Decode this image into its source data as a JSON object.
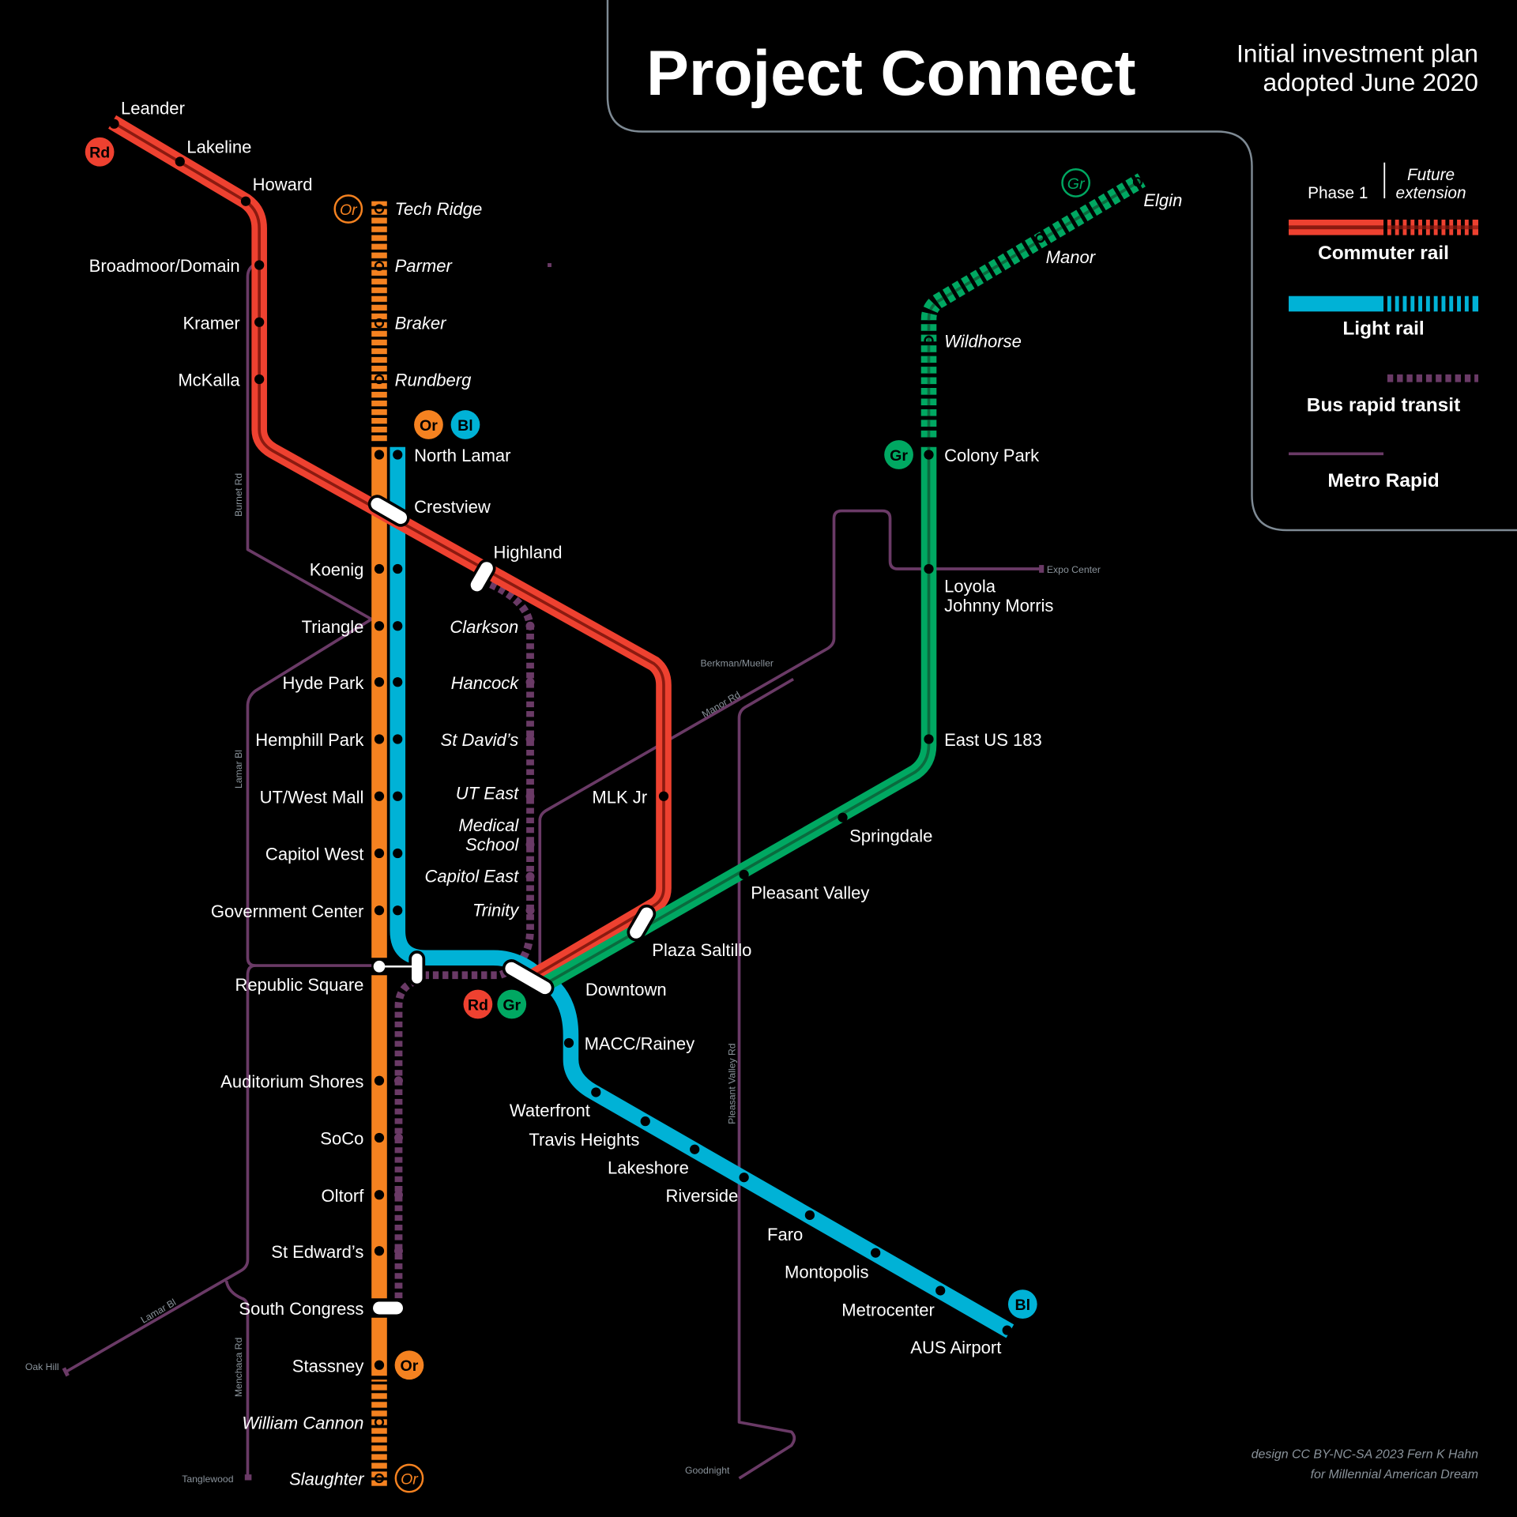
{
  "header": {
    "title": "Project Connect",
    "subtitle_line1": "Initial investment plan",
    "subtitle_line2": "adopted June 2020"
  },
  "colors": {
    "background": "#000000",
    "commuter_rail": "#EE4130",
    "commuter_rail_center": "#8B1A10",
    "light_rail": "#00B2D6",
    "orange_line": "#F58220",
    "green_line": "#00A862",
    "green_line_center": "#0A6B3E",
    "brt": "#6A3A66",
    "metro_rapid": "#6A3A66",
    "frame": "#7E8A94",
    "road_label": "#8A939B"
  },
  "legend": {
    "phase1": "Phase 1",
    "future_line1": "Future",
    "future_line2": "extension",
    "commuter_rail": "Commuter rail",
    "light_rail": "Light rail",
    "bus_rapid_transit": "Bus rapid transit",
    "metro_rapid": "Metro Rapid"
  },
  "badges": {
    "red": "Rd",
    "orange": "Or",
    "blue": "Bl",
    "green": "Gr"
  },
  "lines": {
    "red": {
      "name": "Red Line (Commuter rail)",
      "stations": [
        "Leander",
        "Lakeline",
        "Howard",
        "Broadmoor/Domain",
        "Kramer",
        "McKalla",
        "Crestview",
        "Highland",
        "MLK Jr",
        "Plaza Saltillo",
        "Downtown"
      ]
    },
    "orange": {
      "name": "Orange Line (Light rail)",
      "future_north": [
        "Tech Ridge",
        "Parmer",
        "Braker",
        "Rundberg"
      ],
      "stations": [
        "North Lamar",
        "Crestview",
        "Koenig",
        "Triangle",
        "Hyde Park",
        "Hemphill Park",
        "UT/West Mall",
        "Capitol West",
        "Government Center",
        "Republic Square",
        "Auditorium Shores",
        "SoCo",
        "Oltorf",
        "St Edward's",
        "South Congress",
        "Stassney"
      ],
      "future_south": [
        "William Cannon",
        "Slaughter"
      ]
    },
    "blue": {
      "name": "Blue Line (Light rail)",
      "stations": [
        "North Lamar",
        "Crestview",
        "Koenig",
        "Triangle",
        "Hyde Park",
        "Hemphill Park",
        "UT/West Mall",
        "Capitol West",
        "Government Center",
        "Republic Square",
        "Downtown",
        "MACC/Rainey",
        "Waterfront",
        "Travis Heights",
        "Lakeshore",
        "Riverside",
        "Faro",
        "Montopolis",
        "Metrocenter",
        "AUS Airport"
      ]
    },
    "green": {
      "name": "Green Line (Commuter rail)",
      "stations": [
        "Downtown",
        "Plaza Saltillo",
        "Pleasant Valley",
        "Springdale",
        "East US 183",
        "Loyola Johnny Morris",
        "Colony Park"
      ],
      "future": [
        "Wildhorse",
        "Manor",
        "Elgin"
      ]
    },
    "brt": {
      "name": "Bus rapid transit",
      "stations": [
        "Highland",
        "Clarkson",
        "Hancock",
        "St David's",
        "UT East",
        "Medical School",
        "Capitol East",
        "Trinity",
        "Downtown",
        "Republic Square",
        "South Congress"
      ]
    }
  },
  "labels": {
    "leander": "Leander",
    "lakeline": "Lakeline",
    "howard": "Howard",
    "broadmoor": "Broadmoor/Domain",
    "kramer": "Kramer",
    "mckalla": "McKalla",
    "tech_ridge": "Tech Ridge",
    "parmer": "Parmer",
    "braker": "Braker",
    "rundberg": "Rundberg",
    "north_lamar": "North Lamar",
    "crestview": "Crestview",
    "highland": "Highland",
    "koenig": "Koenig",
    "triangle": "Triangle",
    "hyde_park": "Hyde Park",
    "hemphill_park": "Hemphill Park",
    "ut_west_mall": "UT/West Mall",
    "capitol_west": "Capitol West",
    "government_center": "Government Center",
    "republic_square": "Republic Square",
    "auditorium_shores": "Auditorium Shores",
    "soco": "SoCo",
    "oltorf": "Oltorf",
    "st_edwards": "St Edward’s",
    "south_congress": "South Congress",
    "stassney": "Stassney",
    "william_cannon": "William Cannon",
    "slaughter": "Slaughter",
    "clarkson": "Clarkson",
    "hancock": "Hancock",
    "st_davids": "St David’s",
    "ut_east": "UT East",
    "medical_school_1": "Medical",
    "medical_school_2": "School",
    "capitol_east": "Capitol East",
    "trinity": "Trinity",
    "mlk_jr": "MLK Jr",
    "plaza_saltillo": "Plaza Saltillo",
    "downtown": "Downtown",
    "macc_rainey": "MACC/Rainey",
    "waterfront": "Waterfront",
    "travis_heights": "Travis Heights",
    "lakeshore": "Lakeshore",
    "riverside": "Riverside",
    "faro": "Faro",
    "montopolis": "Montopolis",
    "metrocenter": "Metrocenter",
    "aus_airport": "AUS Airport",
    "pleasant_valley": "Pleasant Valley",
    "springdale": "Springdale",
    "east_us_183": "East US 183",
    "loyola_1": "Loyola",
    "loyola_2": "Johnny Morris",
    "colony_park": "Colony Park",
    "wildhorse": "Wildhorse",
    "manor": "Manor",
    "elgin": "Elgin"
  },
  "roads": {
    "burnet_rd": "Burnet Rd",
    "lamar_bl_north": "Lamar Bl",
    "lamar_bl_south": "Lamar Bl",
    "menchaca_rd": "Menchaca Rd",
    "oak_hill": "Oak Hill",
    "tanglewood": "Tanglewood",
    "manor_rd": "Manor Rd",
    "berkman_mueller": "Berkman/Mueller",
    "expo_center": "Expo Center",
    "pleasant_valley_rd": "Pleasant Valley Rd",
    "goodnight": "Goodnight"
  },
  "credit": {
    "line1": "design CC BY-NC-SA 2023 Fern K Hahn",
    "line2": "for Millennial American Dream"
  }
}
